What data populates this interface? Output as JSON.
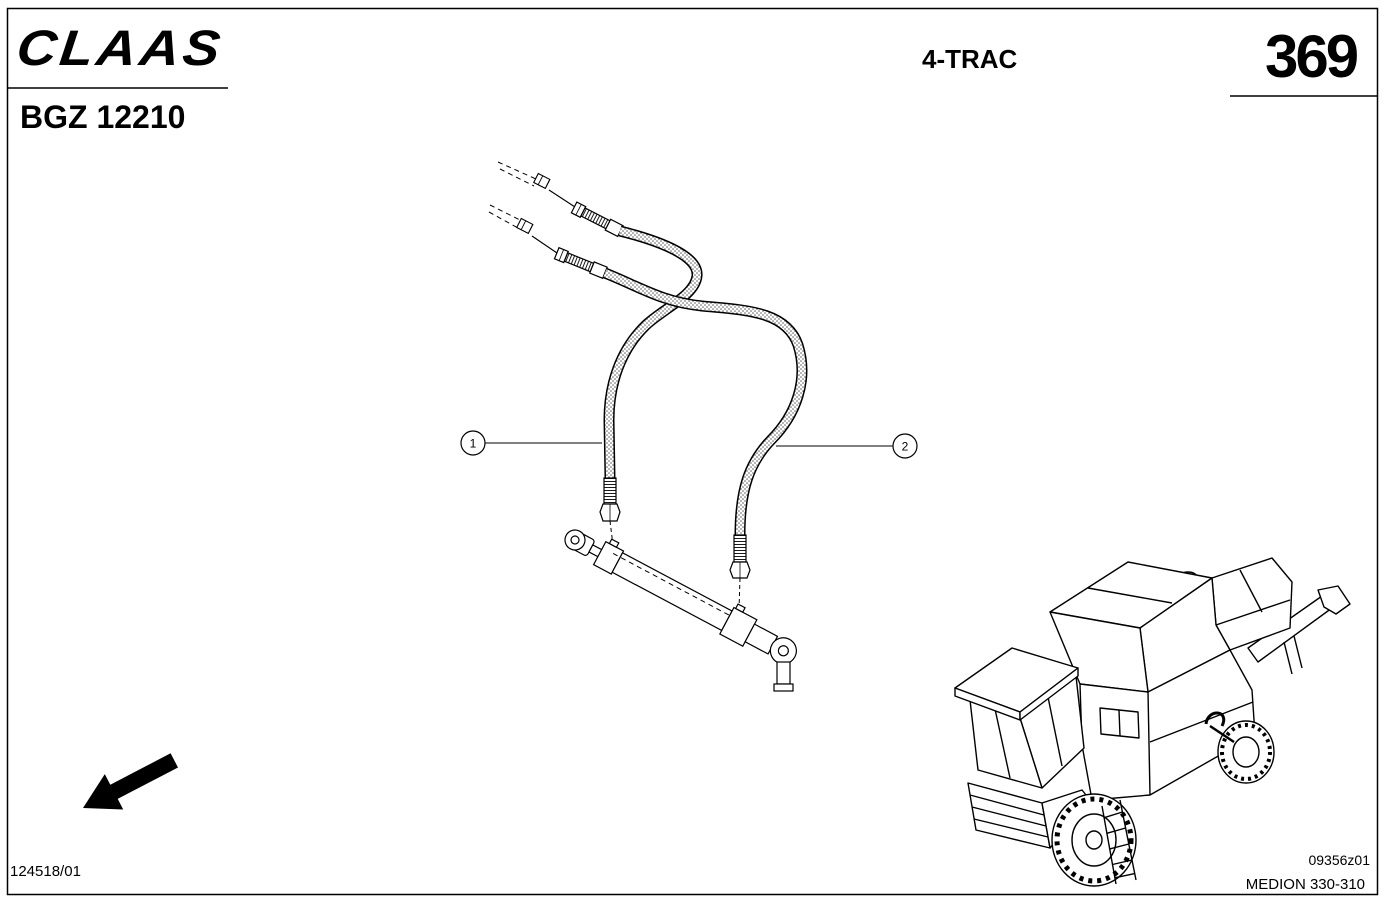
{
  "header": {
    "logo": "CLAAS",
    "model": "4-TRAC",
    "page_number": "369"
  },
  "group": {
    "code": "BGZ 12210"
  },
  "callouts": [
    {
      "label": "1"
    },
    {
      "label": "2"
    }
  ],
  "footer": {
    "drawing_ref": "124518/01",
    "image_ref": "09356z01",
    "machine": "MEDION 330-310"
  },
  "icons": {
    "orientation": "arrow-down-left-icon"
  },
  "colors": {
    "ink": "#000000",
    "paper": "#ffffff"
  }
}
